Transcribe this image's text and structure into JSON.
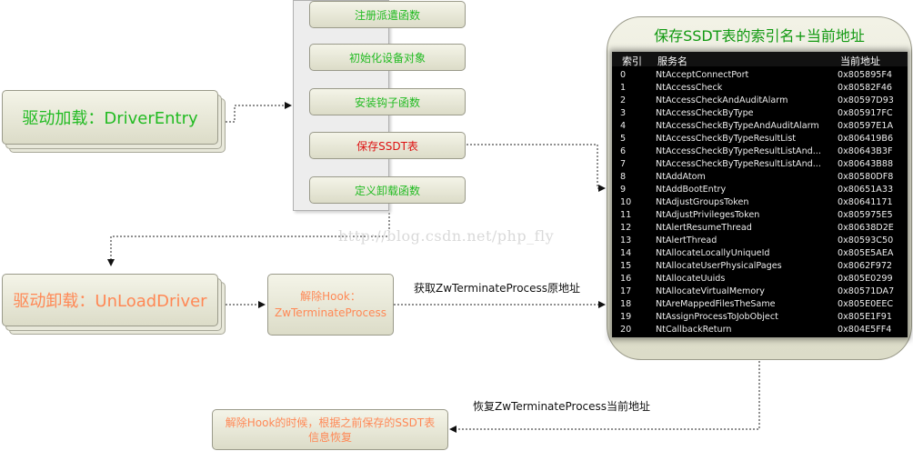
{
  "left": {
    "driver_load": "驱动加载：DriverEntry",
    "driver_unload": "驱动卸载：UnLoadDriver"
  },
  "functions": {
    "items": [
      {
        "label": "注册派遣函数",
        "color": "#22bb22"
      },
      {
        "label": "初始化设备对象",
        "color": "#22bb22"
      },
      {
        "label": "安装钩子函数",
        "color": "#22bb22"
      },
      {
        "label": "保存SSDT表",
        "color": "#dd1111"
      },
      {
        "label": "定义卸载函数",
        "color": "#22bb22"
      }
    ]
  },
  "unhook_box": {
    "line1": "解除Hook：",
    "line2": "ZwTerminateProcess"
  },
  "restore_box": {
    "line1": "解除Hook的时候，根据之前保存的SSDT表",
    "line2": "信息恢复"
  },
  "edges": {
    "get_original": "获取ZwTerminateProcess原地址",
    "restore_current": "恢复ZwTerminateProcess当前地址"
  },
  "watermark": "http://blog.csdn.net/php_fly",
  "ssdt": {
    "title": "保存SSDT表的索引名+当前地址",
    "headers": {
      "index": "索引",
      "name": "服务名",
      "addr": "当前地址"
    },
    "rows": [
      {
        "index": "0",
        "name": "NtAcceptConnectPort",
        "addr": "0x805895F4"
      },
      {
        "index": "1",
        "name": "NtAccessCheck",
        "addr": "0x80582F46"
      },
      {
        "index": "2",
        "name": "NtAccessCheckAndAuditAlarm",
        "addr": "0x80597D93"
      },
      {
        "index": "3",
        "name": "NtAccessCheckByType",
        "addr": "0x805917FC"
      },
      {
        "index": "4",
        "name": "NtAccessCheckByTypeAndAuditAlarm",
        "addr": "0x80597E1A"
      },
      {
        "index": "5",
        "name": "NtAccessCheckByTypeResultList",
        "addr": "0x806419B6"
      },
      {
        "index": "6",
        "name": "NtAccessCheckByTypeResultListAnd...",
        "addr": "0x80643B3F"
      },
      {
        "index": "7",
        "name": "NtAccessCheckByTypeResultListAnd...",
        "addr": "0x80643B88"
      },
      {
        "index": "8",
        "name": "NtAddAtom",
        "addr": "0x80580DF8"
      },
      {
        "index": "9",
        "name": "NtAddBootEntry",
        "addr": "0x80651A33"
      },
      {
        "index": "10",
        "name": "NtAdjustGroupsToken",
        "addr": "0x80641171"
      },
      {
        "index": "11",
        "name": "NtAdjustPrivilegesToken",
        "addr": "0x805975E5"
      },
      {
        "index": "12",
        "name": "NtAlertResumeThread",
        "addr": "0x80638D2E"
      },
      {
        "index": "13",
        "name": "NtAlertThread",
        "addr": "0x80593C50"
      },
      {
        "index": "14",
        "name": "NtAllocateLocallyUniqueId",
        "addr": "0x805E5AEA"
      },
      {
        "index": "15",
        "name": "NtAllocateUserPhysicalPages",
        "addr": "0x8062F972"
      },
      {
        "index": "16",
        "name": "NtAllocateUuids",
        "addr": "0x805E0299"
      },
      {
        "index": "17",
        "name": "NtAllocateVirtualMemory",
        "addr": "0x80571DA7"
      },
      {
        "index": "18",
        "name": "NtAreMappedFilesTheSame",
        "addr": "0x805E0EEC"
      },
      {
        "index": "19",
        "name": "NtAssignProcessToJobObject",
        "addr": "0x805E1F91"
      },
      {
        "index": "20",
        "name": "NtCallbackReturn",
        "addr": "0x804E5FF4"
      }
    ]
  }
}
